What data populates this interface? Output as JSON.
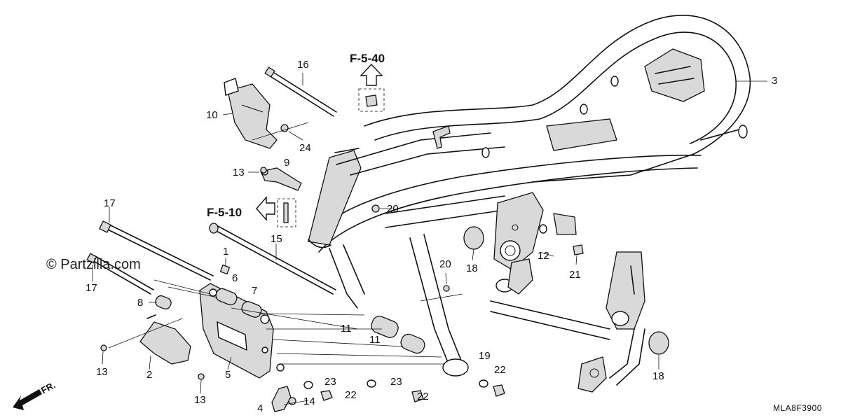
{
  "diagram": {
    "watermark": "© Partzilla.com",
    "drawing_code": "MLA8F3900",
    "direction_label": "FR.",
    "references": {
      "top": "F-5-40",
      "left": "F-5-10"
    },
    "callouts": [
      {
        "id": "c1",
        "text": "1"
      },
      {
        "id": "c2",
        "text": "2"
      },
      {
        "id": "c3",
        "text": "3"
      },
      {
        "id": "c4",
        "text": "4"
      },
      {
        "id": "c5",
        "text": "5"
      },
      {
        "id": "c6",
        "text": "6"
      },
      {
        "id": "c7",
        "text": "7"
      },
      {
        "id": "c8",
        "text": "8"
      },
      {
        "id": "c9",
        "text": "9"
      },
      {
        "id": "c10",
        "text": "10"
      },
      {
        "id": "c11a",
        "text": "11"
      },
      {
        "id": "c11b",
        "text": "11"
      },
      {
        "id": "c12",
        "text": "12"
      },
      {
        "id": "c13a",
        "text": "13"
      },
      {
        "id": "c13b",
        "text": "13"
      },
      {
        "id": "c13c",
        "text": "13"
      },
      {
        "id": "c14",
        "text": "14"
      },
      {
        "id": "c15",
        "text": "15"
      },
      {
        "id": "c16",
        "text": "16"
      },
      {
        "id": "c17a",
        "text": "17"
      },
      {
        "id": "c17b",
        "text": "17"
      },
      {
        "id": "c18a",
        "text": "18"
      },
      {
        "id": "c18b",
        "text": "18"
      },
      {
        "id": "c19",
        "text": "19"
      },
      {
        "id": "c20a",
        "text": "20"
      },
      {
        "id": "c20b",
        "text": "20"
      },
      {
        "id": "c21",
        "text": "21"
      },
      {
        "id": "c22a",
        "text": "22"
      },
      {
        "id": "c22b",
        "text": "22"
      },
      {
        "id": "c22c",
        "text": "22"
      },
      {
        "id": "c23a",
        "text": "23"
      },
      {
        "id": "c23b",
        "text": "23"
      },
      {
        "id": "c24",
        "text": "24"
      }
    ]
  }
}
